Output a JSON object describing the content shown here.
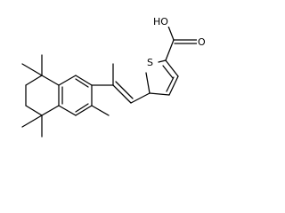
{
  "diagram": {
    "type": "skeletal-formula",
    "atom_labels": {
      "hydroxyl": "HO",
      "carbonyl_oxygen": "O",
      "thiophene_sulfur": "S"
    },
    "colors": {
      "bond": "#000000",
      "label": "#000000",
      "background": "#ffffff"
    }
  }
}
